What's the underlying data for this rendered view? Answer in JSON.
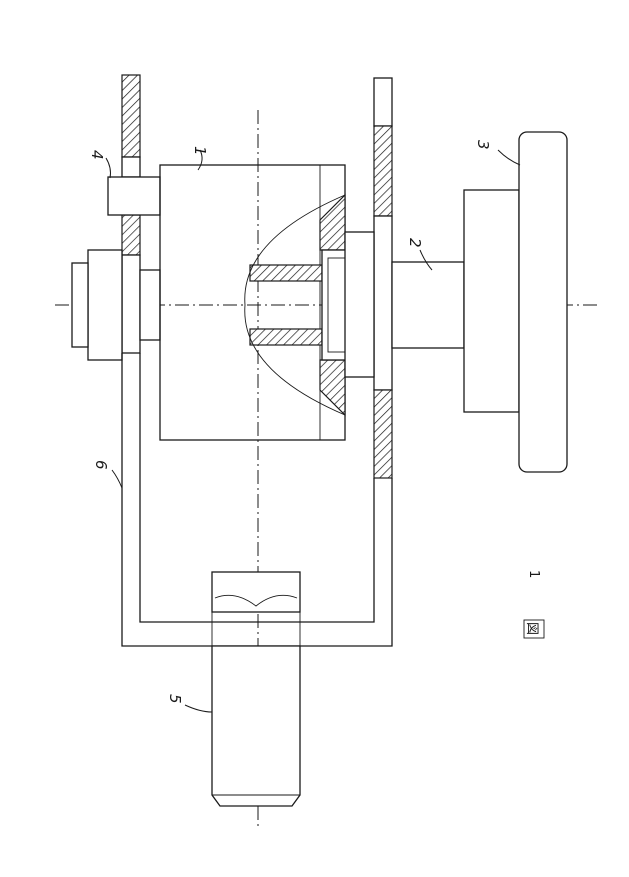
{
  "labels": {
    "part_1": "1",
    "part_2": "2",
    "part_3": "3",
    "part_4": "4",
    "part_5": "5",
    "part_6": "6"
  },
  "figure": {
    "caption_symbol": "図",
    "number": "1"
  },
  "colors": {
    "ink": "#1a1a1a",
    "paper": "#ffffff"
  }
}
